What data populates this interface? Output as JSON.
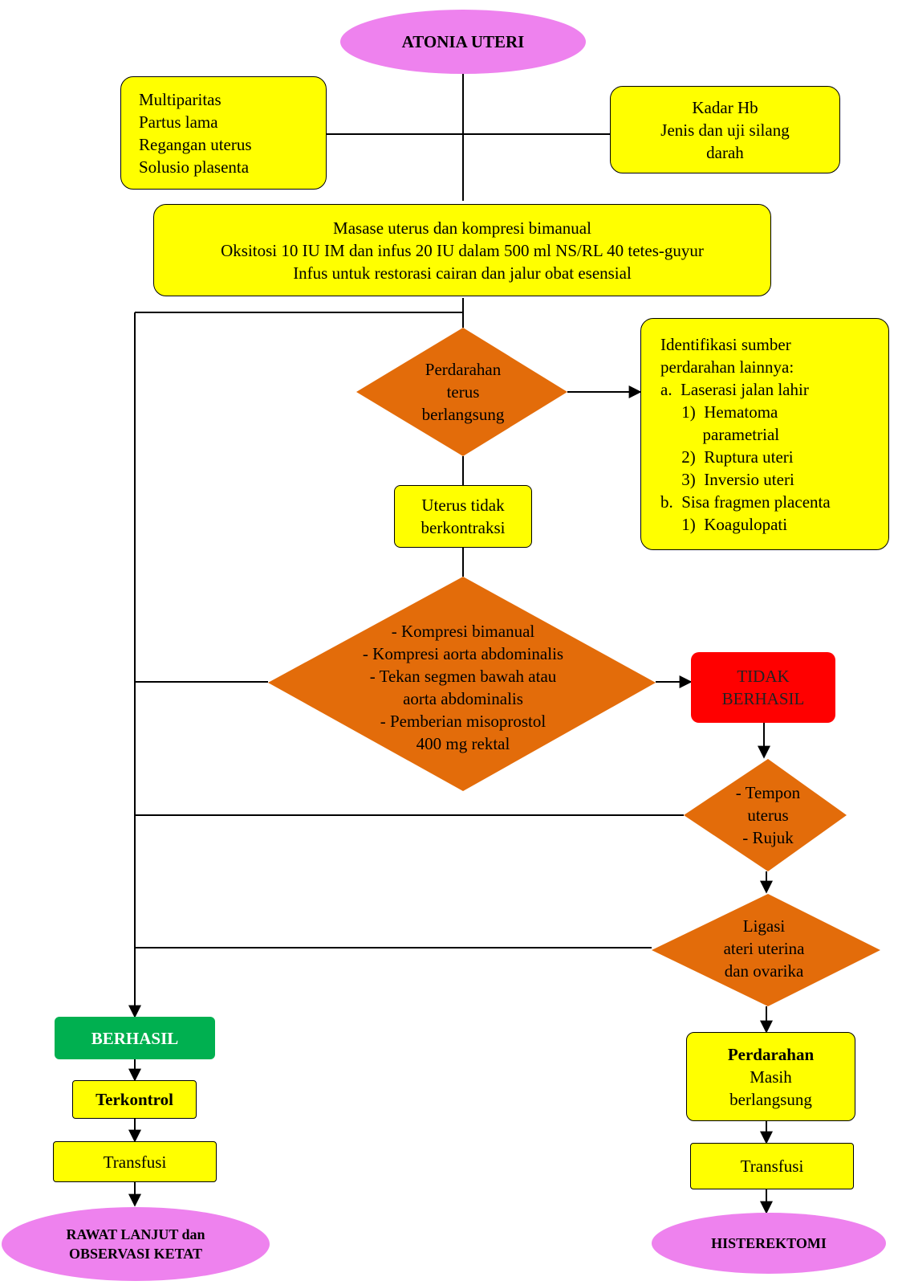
{
  "title": "ATONIA UTERI",
  "risk_factors": [
    "Multiparitas",
    "Partus lama",
    "Regangan uterus",
    "Solusio plasenta"
  ],
  "lab": [
    "Kadar Hb",
    "Jenis dan uji silang",
    "darah"
  ],
  "initial_actions": [
    "Masase uterus dan kompresi bimanual",
    "Oksitosi 10 IU IM dan infus 20 IU dalam 500 ml NS/RL 40 tetes-guyur",
    "Infus untuk restorasi cairan dan jalur obat esensial"
  ],
  "decision_bleeding": [
    "Perdarahan",
    "terus",
    "berlangsung"
  ],
  "identify": [
    "Identifikasi sumber",
    "perdarahan lainnya:",
    "a.  Laserasi jalan lahir",
    "     1)  Hematoma",
    "          parametrial",
    "     2)  Ruptura uteri",
    "     3)  Inversio uteri",
    "b.  Sisa fragmen placenta",
    "     1)  Koagulopati"
  ],
  "no_contraction": [
    "Uterus tidak",
    "berkontraksi"
  ],
  "compression": [
    "- Kompresi bimanual",
    "- Kompresi aorta abdominalis",
    "- Tekan segmen bawah atau",
    "aorta abdominalis",
    "- Pemberian misoprostol",
    "400 mg rektal"
  ],
  "failed": [
    "TIDAK",
    "BERHASIL"
  ],
  "tampon": [
    "- Tempon",
    "uterus",
    "- Rujuk"
  ],
  "ligation": [
    "Ligasi",
    "ateri uterina",
    "dan ovarika"
  ],
  "success": "BERHASIL",
  "controlled": "Terkontrol",
  "transfusion_left": "Transfusi",
  "outcome_left": [
    "RAWAT LANJUT dan",
    "OBSERVASI KETAT"
  ],
  "still_bleeding_bold": "Perdarahan",
  "still_bleeding": [
    "Masih",
    "berlangsung"
  ],
  "transfusion_right": "Transfusi",
  "outcome_right": "HISTEREKTOMI",
  "colors": {
    "yellow": "#ffff00",
    "orange": "#e36c0a",
    "violet": "#ee82ee",
    "red": "#ff0000",
    "green": "#00b050"
  }
}
